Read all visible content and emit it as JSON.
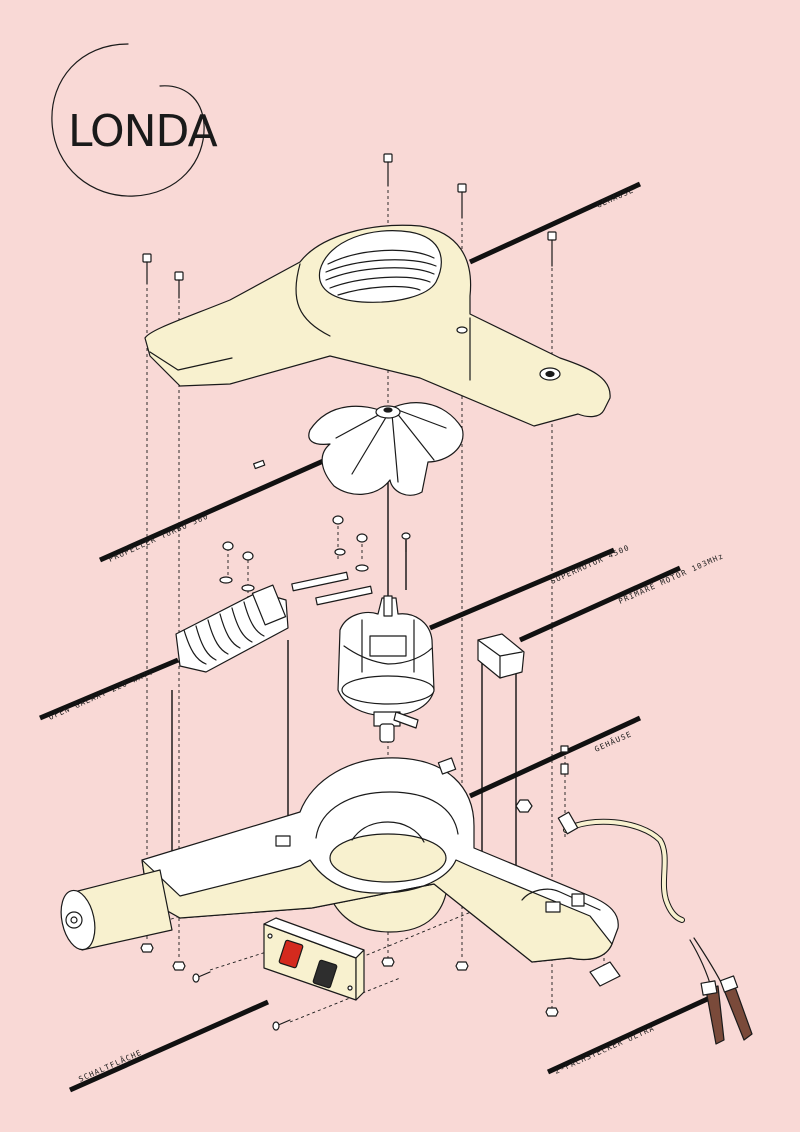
{
  "brand": {
    "logo_text": "LONDA"
  },
  "parts": {
    "gehaeuse_top": "GEHÄUSE",
    "propeller": "PROPELLER TURBO 500",
    "supermotor": "SUPERMOTOR 4500",
    "ofen": "OFEN GALAXY 220 WATT",
    "primaermotor": "PRIMÄRE MOTOR 103MHz",
    "gehaeuse_bottom": "GEHÄUSE",
    "schaltflaeche": "SCHALTFLÄCHE",
    "stecker": "2-FACHSTECKER ULTRA"
  },
  "colors": {
    "background": "#f9d9d6",
    "housing": "#f8f1cf",
    "switch_red": "#d42a1e",
    "switch_dark": "#2e2e2e",
    "plug_brown": "#7a4a3a"
  }
}
